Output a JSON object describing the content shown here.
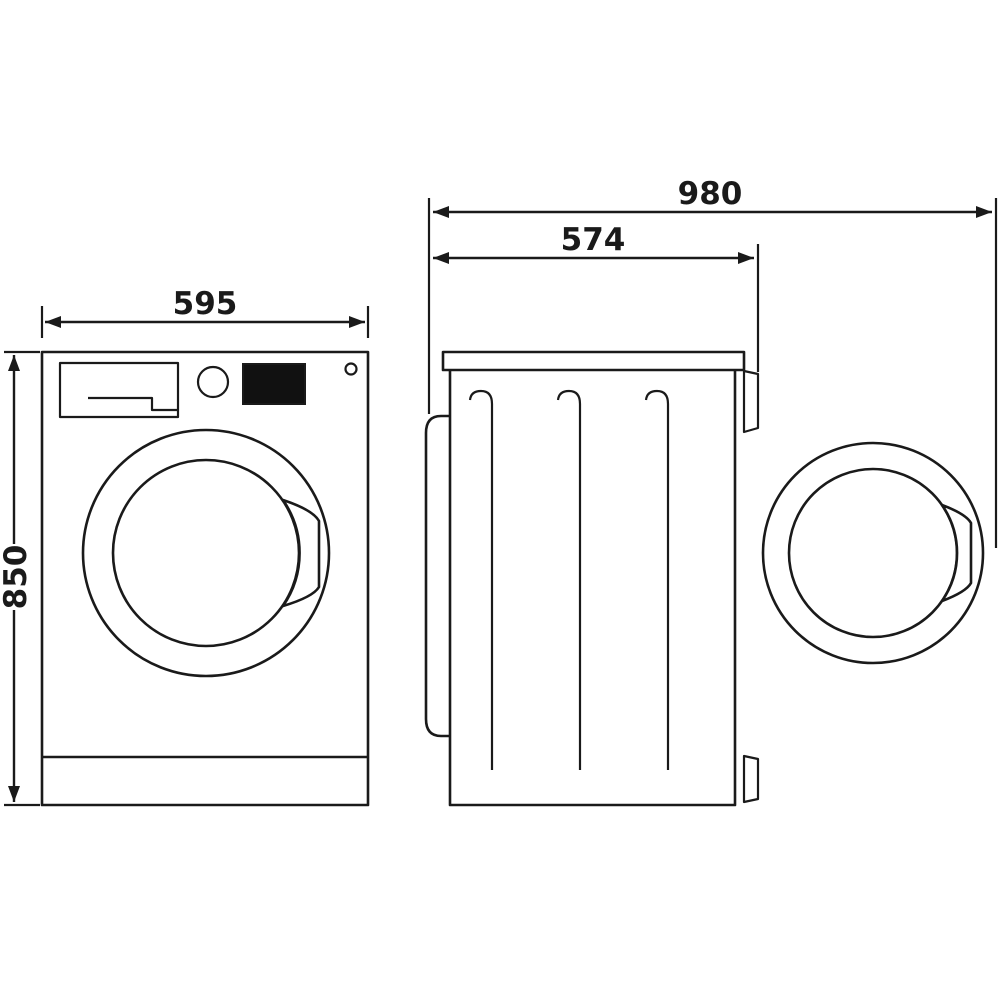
{
  "diagram": {
    "type": "technical-dimension-drawing",
    "subject": "washing-machine-front-and-side-views",
    "dimensions": {
      "width": "595",
      "height": "850",
      "depth": "574",
      "depth_with_door_open": "980"
    },
    "colors": {
      "line": "#1a1a1a",
      "background": "#ffffff",
      "display_fill": "#111111"
    }
  }
}
